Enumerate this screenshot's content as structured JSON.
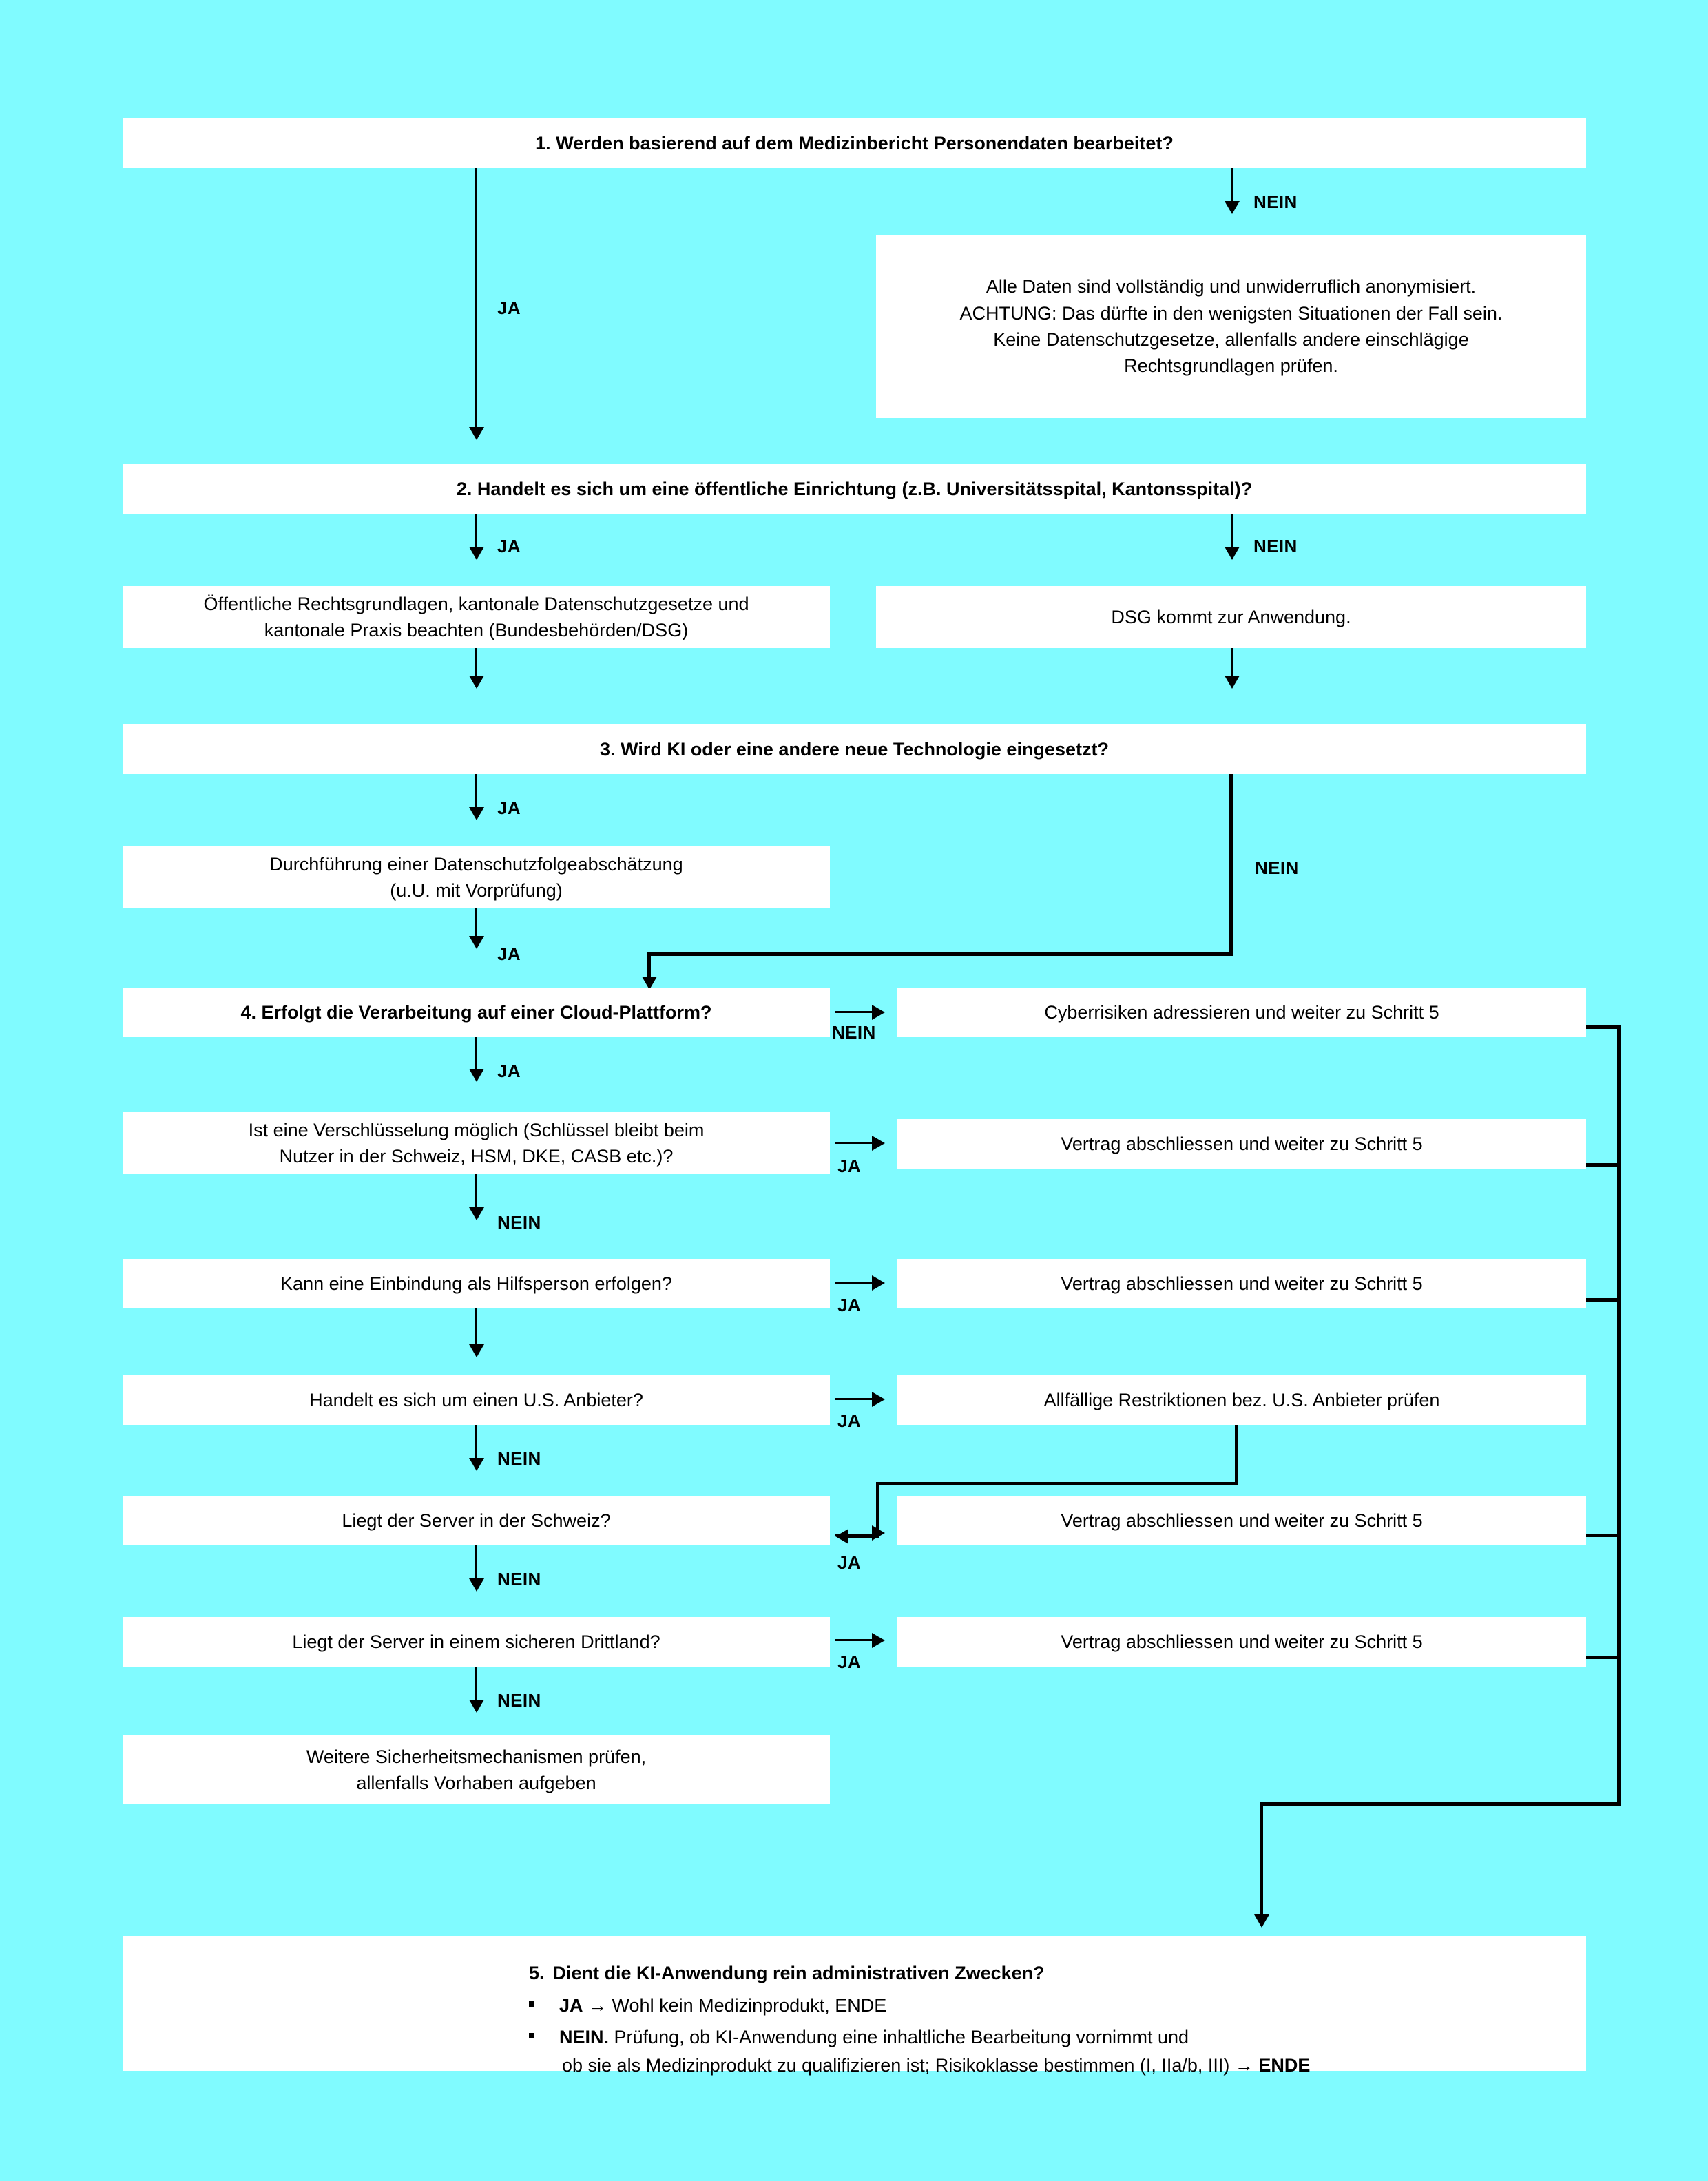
{
  "colors": {
    "background": "#80fbff",
    "box_fill": "#ffffff",
    "line": "#000000",
    "text": "#000000"
  },
  "labels": {
    "ja": "JA",
    "nein": "NEIN"
  },
  "nodes": {
    "q1": "1.  Werden basierend auf dem Medizinbericht Personendaten bearbeitet?",
    "q1_no_result": {
      "line1": "Alle Daten sind vollständig und unwiderruflich anonymisiert.",
      "line2": "ACHTUNG: Das dürfte in den wenigsten Situationen der Fall sein.",
      "line3": "Keine Datenschutzgesetze, allenfalls andere einschlägige",
      "line4": "Rechtsgrundlagen prüfen."
    },
    "q2": "2.  Handelt es sich um eine öffentliche Einrichtung (z.B. Universitätsspital, Kantonsspital)?",
    "q2_yes_result": {
      "line1": "Öffentliche Rechtsgrundlagen, kantonale Datenschutzgesetze und",
      "line2": "kantonale Praxis beachten (Bundesbehörden/DSG)"
    },
    "q2_no_result": {
      "line1": "DSG kommt zur Anwendung."
    },
    "q3": "3.  Wird KI oder eine andere neue Technologie eingesetzt?",
    "q3_yes_result": {
      "line1": "Durchführung einer Datenschutzfolgeabschätzung",
      "line2": "(u.U. mit Vorprüfung)"
    },
    "q4": "4.  Erfolgt die Verarbeitung auf einer Cloud-Plattform?",
    "q4_no_result": "Cyberrisiken adressieren und weiter zu Schritt 5",
    "q5_encryption": {
      "line1": "Ist eine Verschlüsselung möglich (Schlüssel bleibt beim",
      "line2": "Nutzer in der Schweiz, HSM, DKE, CASB etc.)?"
    },
    "q5_encryption_yes_result": "Vertrag abschliessen und weiter zu Schritt 5",
    "q6_hilfsperson": "Kann eine Einbindung als Hilfsperson erfolgen?",
    "q6_hilfsperson_yes_result": "Vertrag abschliessen und weiter zu Schritt 5",
    "q7_us_anbieter": "Handelt es sich um einen U.S. Anbieter?",
    "q7_us_anbieter_yes_result": "Allfällige Restriktionen bez. U.S. Anbieter prüfen",
    "q8_server_schweiz": "Liegt der Server in der Schweiz?",
    "q8_server_schweiz_yes_result": "Vertrag abschliessen und weiter zu Schritt 5",
    "q9_server_drittland": "Liegt der Server in einem sicheren Drittland?",
    "q9_server_drittland_yes_result": "Vertrag abschliessen und weiter zu Schritt 5",
    "q9_no_result": {
      "line1": "Weitere Sicherheitsmechanismen prüfen,",
      "line2": "allenfalls Vorhaben aufgeben"
    },
    "step5": {
      "number": "5.",
      "title": "Dient die KI-Anwendung rein administrativen Zwecken?",
      "bullet1_key": "JA",
      "bullet1_arrow": "→",
      "bullet1_text": "Wohl kein Medizinprodukt, ENDE",
      "bullet2_key": "NEIN.",
      "bullet2_text": "Prüfung, ob KI-Anwendung eine inhaltliche Bearbeitung vornimmt und",
      "bullet2_text2": "ob sie als Medizinprodukt zu qualifizieren ist; Risikoklasse bestimmen (I, IIa/b, III)",
      "bullet2_arrow": "→",
      "bullet2_end": "ENDE"
    }
  },
  "edges": {
    "q1_yes": "JA",
    "q1_no": "NEIN",
    "q2_yes": "JA",
    "q2_no": "NEIN",
    "q3_yes": "JA",
    "q3_no": "NEIN",
    "q3_dsfa_yes": "JA",
    "q4_no": "NEIN",
    "q4_yes": "JA",
    "enc_yes": "JA",
    "enc_no": "NEIN",
    "hilf_yes": "JA",
    "us_yes": "JA",
    "us_no": "NEIN",
    "ch_yes": "JA",
    "ch_no": "NEIN",
    "dritt_yes": "JA",
    "dritt_no": "NEIN"
  }
}
